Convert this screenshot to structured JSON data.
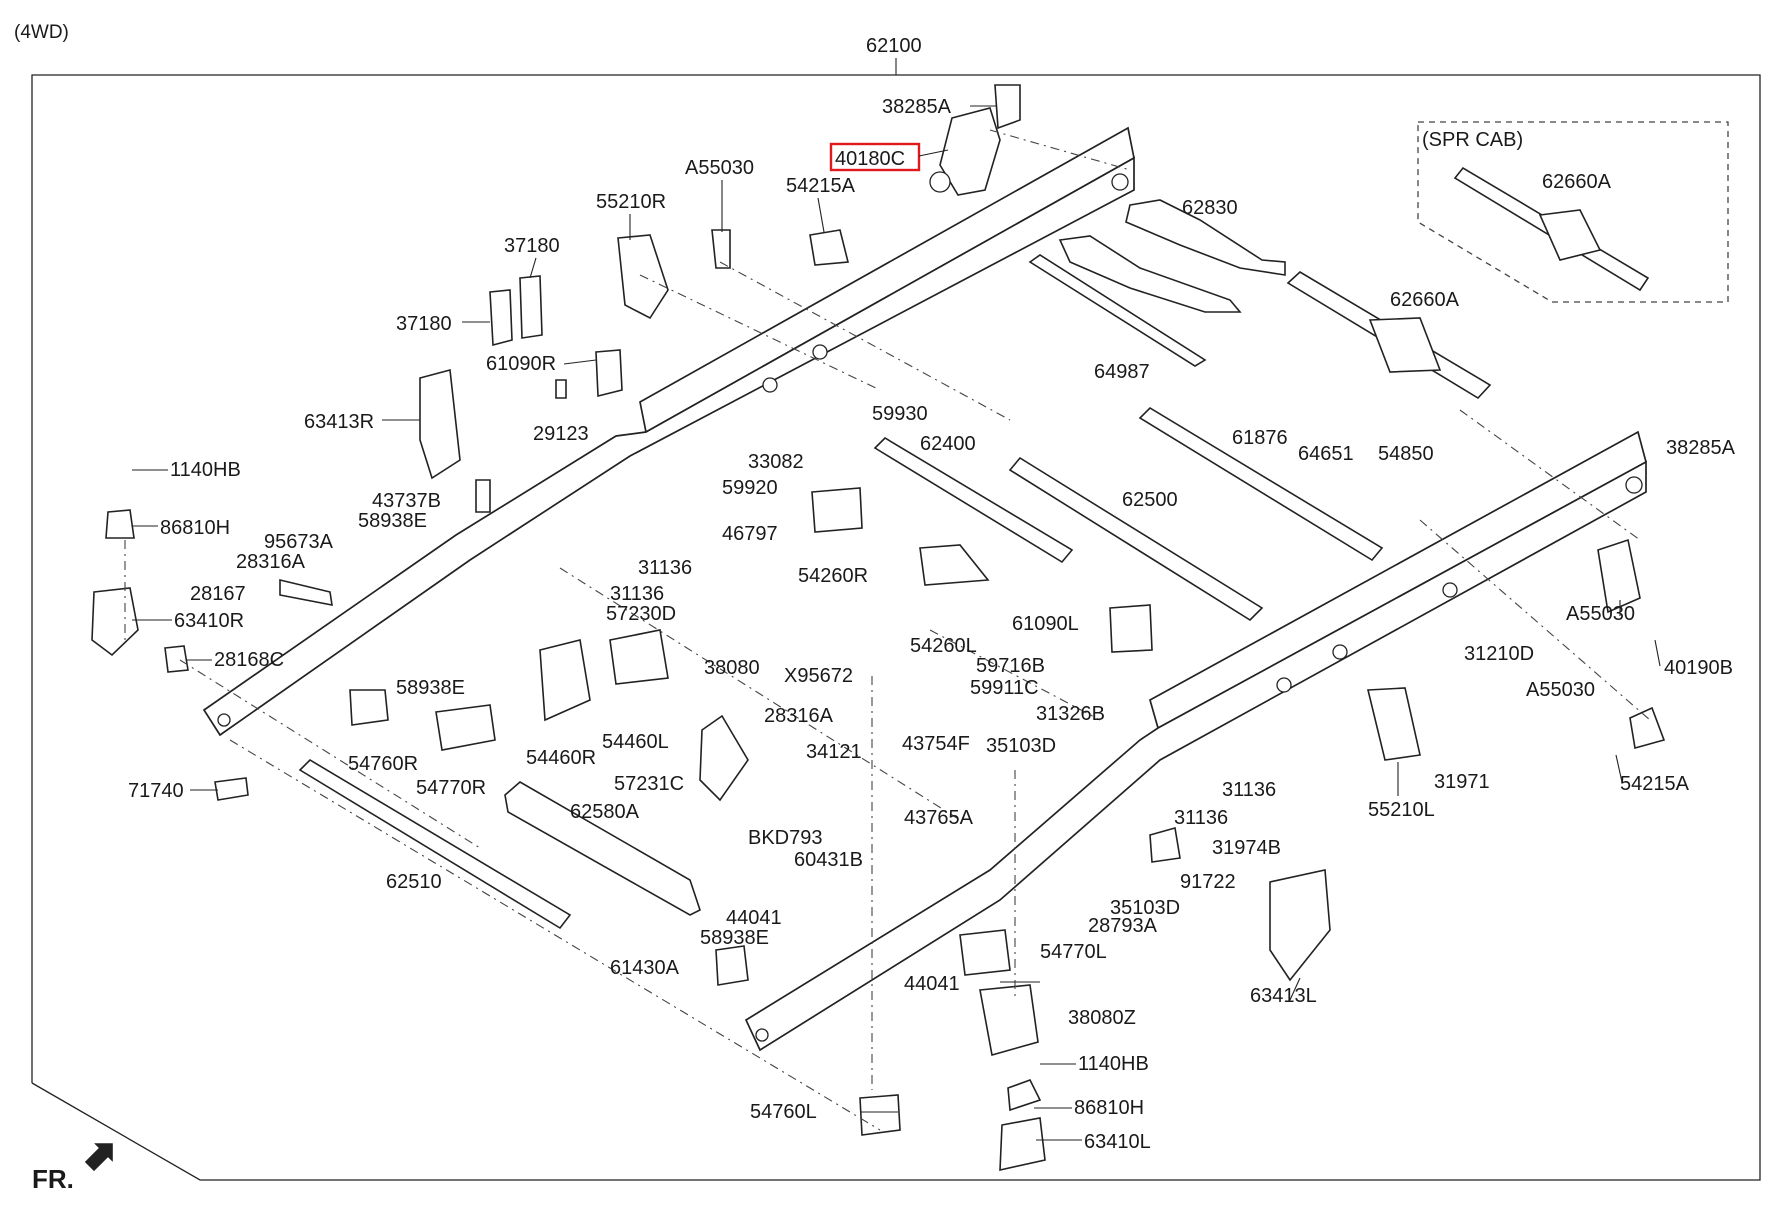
{
  "header": {
    "variant": "(4WD)",
    "assembly_number": "62100",
    "inset_title": "(SPR CAB)",
    "front_indicator": "FR."
  },
  "highlight_color": "#e0191d",
  "highlighted_part": "40180C",
  "parts": [
    "38285A",
    "40180C",
    "A55030",
    "54215A",
    "55210R",
    "37180",
    "37180",
    "61090R",
    "29123",
    "63413R",
    "1140HB",
    "86810H",
    "43737B",
    "58938E",
    "95673A",
    "28316A",
    "28167",
    "63410R",
    "28168C",
    "58938E",
    "54760R",
    "54770R",
    "54460R",
    "71740",
    "62510",
    "62580A",
    "57231C",
    "54460L",
    "34121",
    "28316A",
    "X95672",
    "38080",
    "57230D",
    "31136",
    "31136",
    "46797",
    "59920",
    "33082",
    "59930",
    "62400",
    "54260R",
    "54260L",
    "62500",
    "61876",
    "64651",
    "54850",
    "62830",
    "64987",
    "62660A",
    "62660A",
    "38285A",
    "A55030",
    "40190B",
    "31210D",
    "A55030",
    "54215A",
    "31971",
    "55210L",
    "61090L",
    "59716B",
    "59911C",
    "31326B",
    "43754F",
    "35103D",
    "31136",
    "31136",
    "31974B",
    "91722",
    "43765A",
    "BKD793",
    "60431B",
    "44041",
    "58938E",
    "61430A",
    "35103D",
    "28793A",
    "54770L",
    "63413L",
    "44041",
    "38080Z",
    "1140HB",
    "86810H",
    "63410L",
    "54760L"
  ]
}
